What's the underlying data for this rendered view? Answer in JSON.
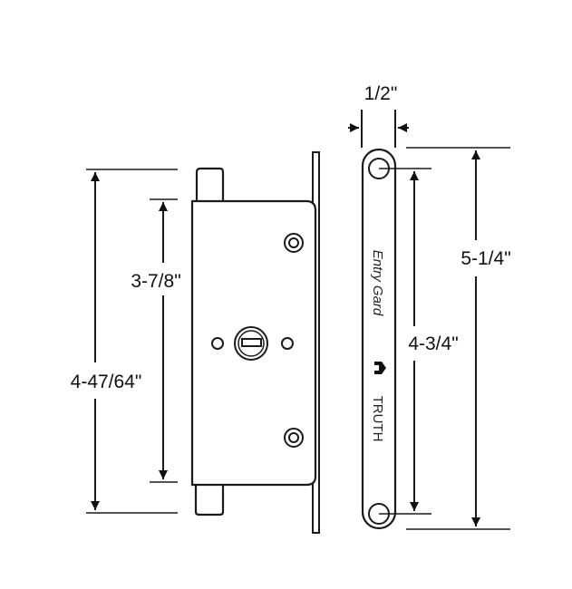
{
  "dimensions": {
    "overall_lock_height": "4-47/64\"",
    "lock_body_height": "3-7/8\"",
    "strike_width": "1/2\"",
    "hole_spacing": "4-3/4\"",
    "strike_length": "5-1/4\""
  },
  "strike_plate": {
    "product_name": "Entry Gard",
    "brand": "TRUTH"
  },
  "icons": [
    "truth-logo-icon"
  ]
}
